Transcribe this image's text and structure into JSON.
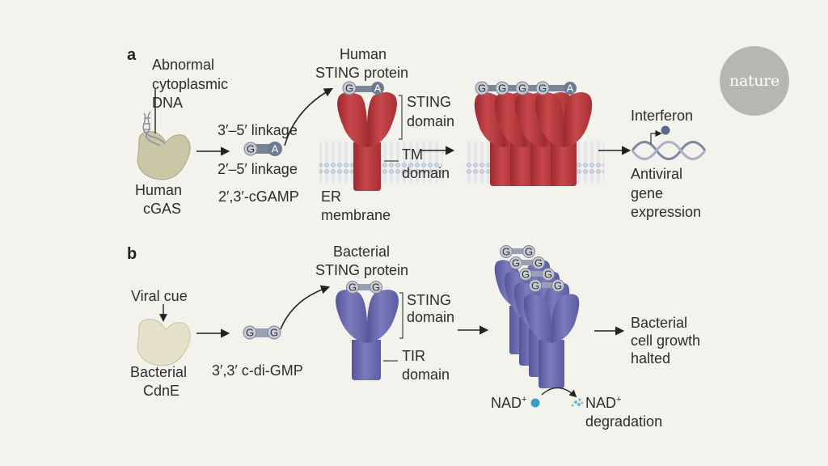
{
  "panel_a": {
    "label": "a",
    "dna_label": [
      "Abnormal",
      "cytoplasmic",
      "DNA"
    ],
    "enzyme_label": [
      "Human",
      "cGAS"
    ],
    "linkage_top": "3′–5′ linkage",
    "linkage_bottom": "2′–5′ linkage",
    "messenger": "2′,3′-cGAMP",
    "protein_title": [
      "Human",
      "STING protein"
    ],
    "sting_domain": [
      "STING",
      "domain"
    ],
    "tm_domain": [
      "TM",
      "domain"
    ],
    "membrane": [
      "ER",
      "membrane"
    ],
    "interferon": "Interferon",
    "outcome": [
      "Antiviral",
      "gene",
      "expression"
    ],
    "base_g": "G",
    "base_a": "A"
  },
  "panel_b": {
    "label": "b",
    "cue": "Viral cue",
    "enzyme_label": [
      "Bacterial",
      "CdnE"
    ],
    "messenger": "3′,3′ c-di-GMP",
    "protein_title": [
      "Bacterial",
      "STING protein"
    ],
    "sting_domain": [
      "STING",
      "domain"
    ],
    "tir_domain": [
      "TIR",
      "domain"
    ],
    "outcome": [
      "Bacterial",
      "cell growth",
      "halted"
    ],
    "nad_in": "NAD",
    "nad_out": "NAD",
    "nad_sup": "+",
    "degradation": "degradation",
    "base_g": "G"
  },
  "logo": "nature",
  "colors": {
    "background": "#f3f2ec",
    "human_sting": "#b83a3c",
    "bacterial_sting": "#6a6aac",
    "enzyme": "#c8c6a4",
    "nucleotide": "#6e7a93",
    "membrane": "#c5cfdd",
    "nad": "#3a9ec7"
  }
}
